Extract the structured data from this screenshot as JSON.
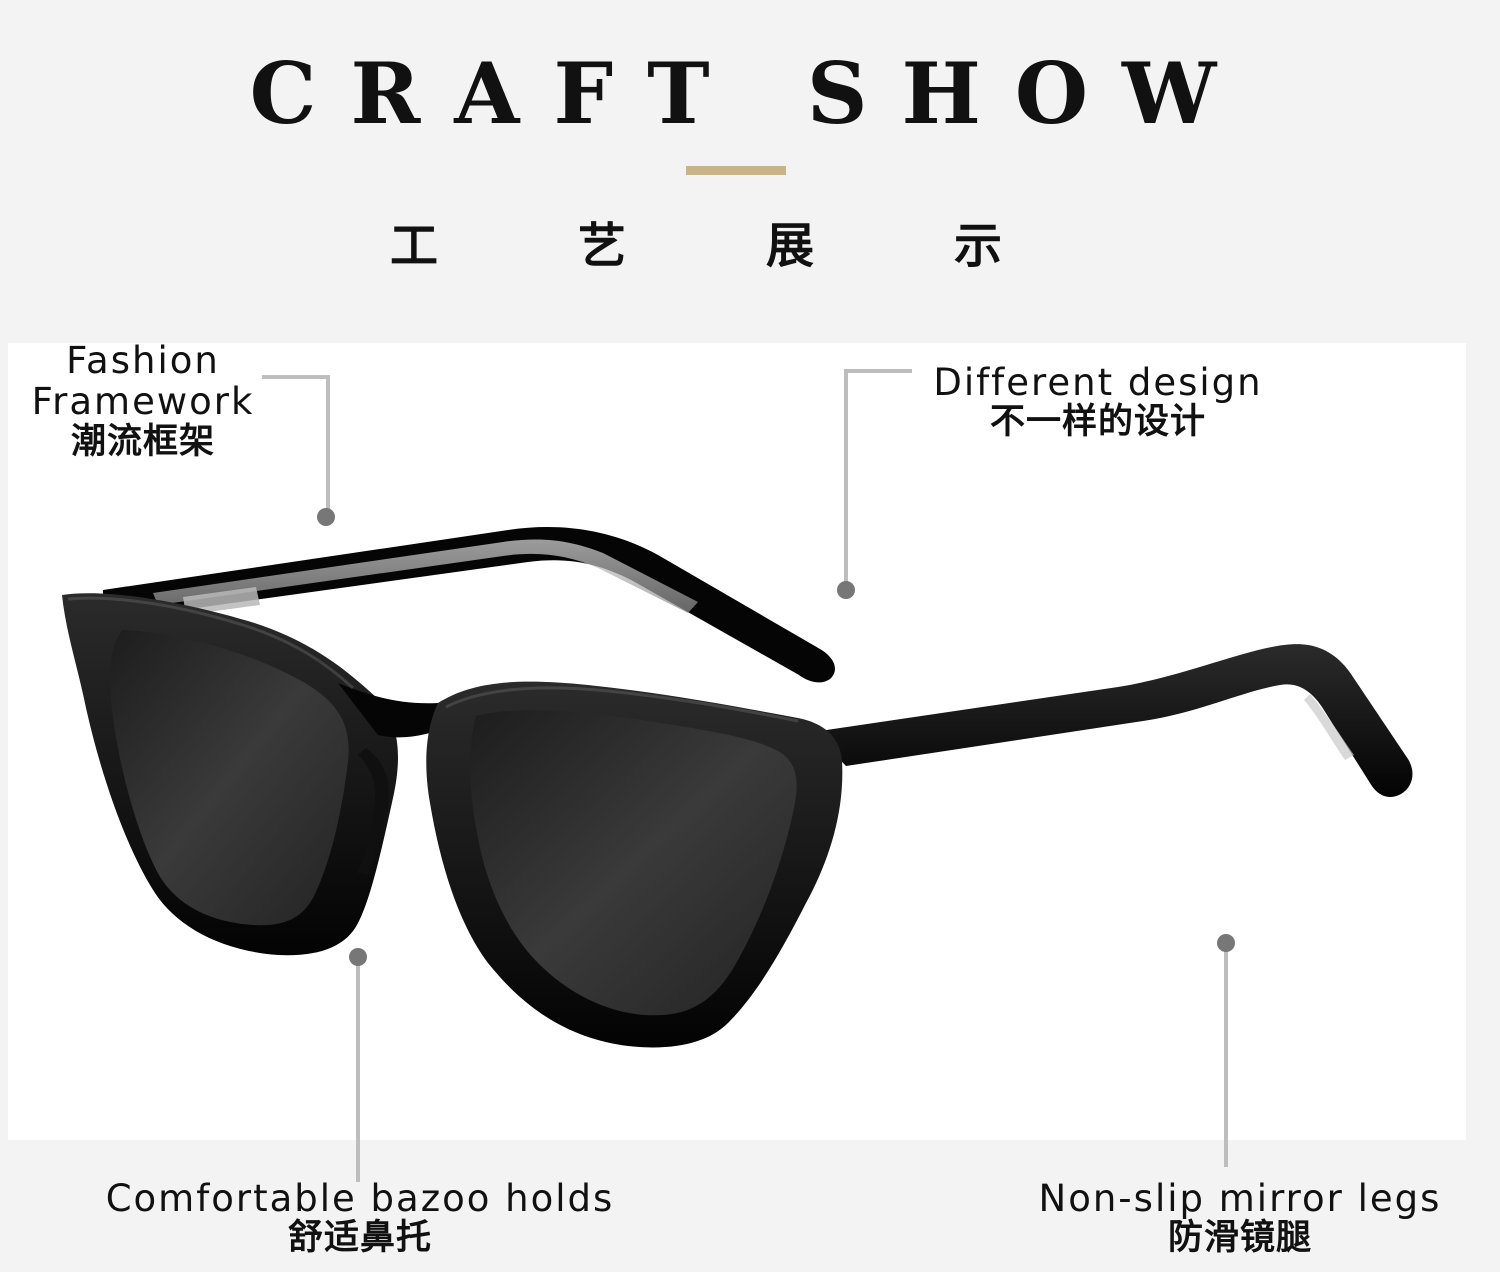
{
  "header": {
    "title": "CRAFT SHOW",
    "subtitle": "工艺展示",
    "accent_color": "#c9b487"
  },
  "product": {
    "image_icon": "sunglasses-icon",
    "frame_color": "#050505",
    "lens_color": "#2e2e2e"
  },
  "callouts": [
    {
      "key": "fashion",
      "en": "Fashion Framework",
      "zh": "潮流框架"
    },
    {
      "key": "design",
      "en": "Different design",
      "zh": "不一样的设计"
    },
    {
      "key": "nose",
      "en": "Comfortable bazoo holds",
      "zh": "舒适鼻托"
    },
    {
      "key": "legs",
      "en": "Non-slip mirror legs",
      "zh": "防滑镜腿"
    }
  ]
}
